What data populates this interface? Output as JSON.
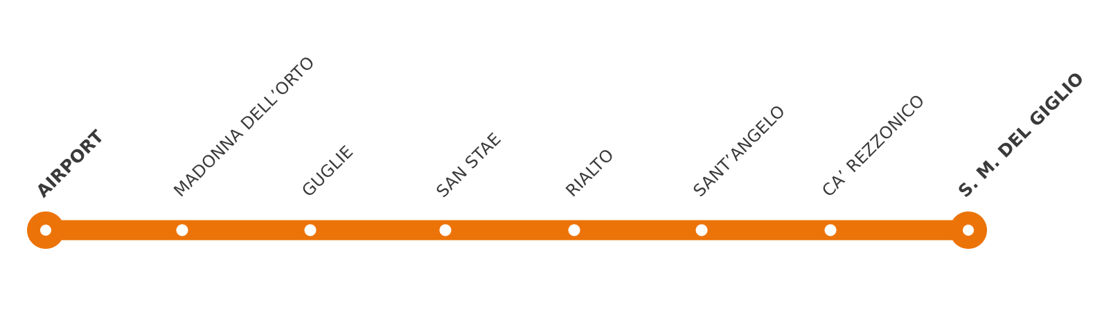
{
  "line": {
    "color": "#ec7308",
    "label_color": "#3a3a3a",
    "stop_fill": "#ffffff"
  },
  "stations": [
    {
      "name": "AIRPORT",
      "terminal": true
    },
    {
      "name": "MADONNA DELL’ORTO",
      "terminal": false
    },
    {
      "name": "GUGLIE",
      "terminal": false
    },
    {
      "name": "SAN STAE",
      "terminal": false
    },
    {
      "name": "RIALTO",
      "terminal": false
    },
    {
      "name": "SANT’ANGELO",
      "terminal": false
    },
    {
      "name": "CA’ REZZONICO",
      "terminal": false
    },
    {
      "name": "S. M. DEL GIGLIO",
      "terminal": true
    }
  ]
}
